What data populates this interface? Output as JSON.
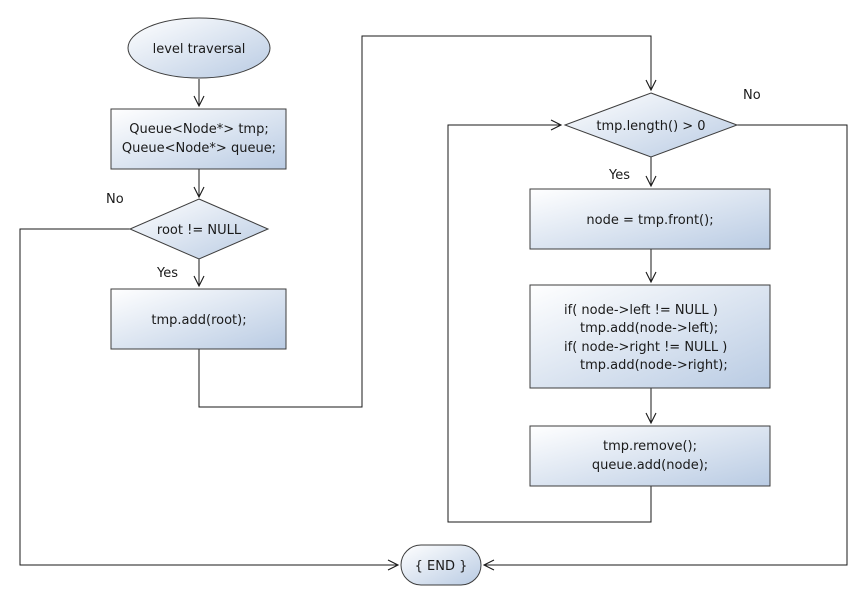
{
  "diagram": {
    "start_label": "level traversal",
    "init_lines": [
      "Queue<Node*> tmp;",
      "Queue<Node*> queue;"
    ],
    "root_check": "root != NULL",
    "root_check_no": "No",
    "root_check_yes": "Yes",
    "add_root": "tmp.add(root);",
    "loop_check": "tmp.length() > 0",
    "loop_check_no": "No",
    "loop_check_yes": "Yes",
    "node_assign": "node = tmp.front();",
    "children_lines": [
      "if( node->left != NULL )",
      "tmp.add(node->left);",
      "if( node->right != NULL )",
      "tmp.add(node->right);"
    ],
    "remove_lines": [
      "tmp.remove();",
      "queue.add(node);"
    ],
    "end_label": "{ END }"
  },
  "colors": {
    "fill_light": "#ffffff",
    "fill_dark": "#b9cbe3",
    "stroke": "#3d3d3d",
    "line": "#1a1a1a"
  }
}
